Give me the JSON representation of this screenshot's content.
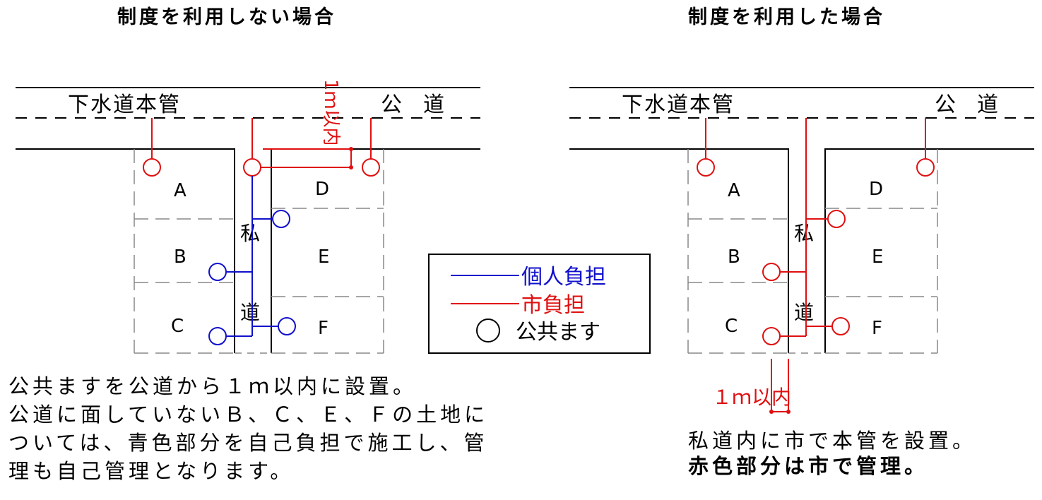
{
  "left": {
    "title": "制度を利用しない場合",
    "sewer_main": "下水道本管",
    "public_road": "公　道",
    "private_road": [
      "私",
      "道"
    ],
    "lots": [
      "A",
      "B",
      "C",
      "D",
      "E",
      "F"
    ],
    "distance_label": "1ｍ以内",
    "note_lines": [
      "公共ますを公道から１ｍ以内に設置。",
      "公道に面していないＢ、Ｃ、Ｅ、Ｆの土地に",
      "ついては、青色部分を自己負担で施工し、管",
      "理も自己管理となります。"
    ]
  },
  "right": {
    "title": "制度を利用した場合",
    "sewer_main": "下水道本管",
    "public_road": "公　道",
    "private_road": [
      "私",
      "道"
    ],
    "lots": [
      "A",
      "B",
      "C",
      "D",
      "E",
      "F"
    ],
    "distance_label": "１ｍ以内",
    "note_lines": [
      "私道内に市で本管を設置。",
      "赤色部分は市で管理。"
    ]
  },
  "legend": {
    "items": [
      {
        "label": "個人負担",
        "color": "#1010cc"
      },
      {
        "label": "市負担",
        "color": "#e01010"
      },
      {
        "label": "公共ます",
        "color": "#000000"
      }
    ]
  },
  "colors": {
    "personal": "#1010cc",
    "city": "#e01010",
    "line": "#000000",
    "dash": "#888888"
  }
}
